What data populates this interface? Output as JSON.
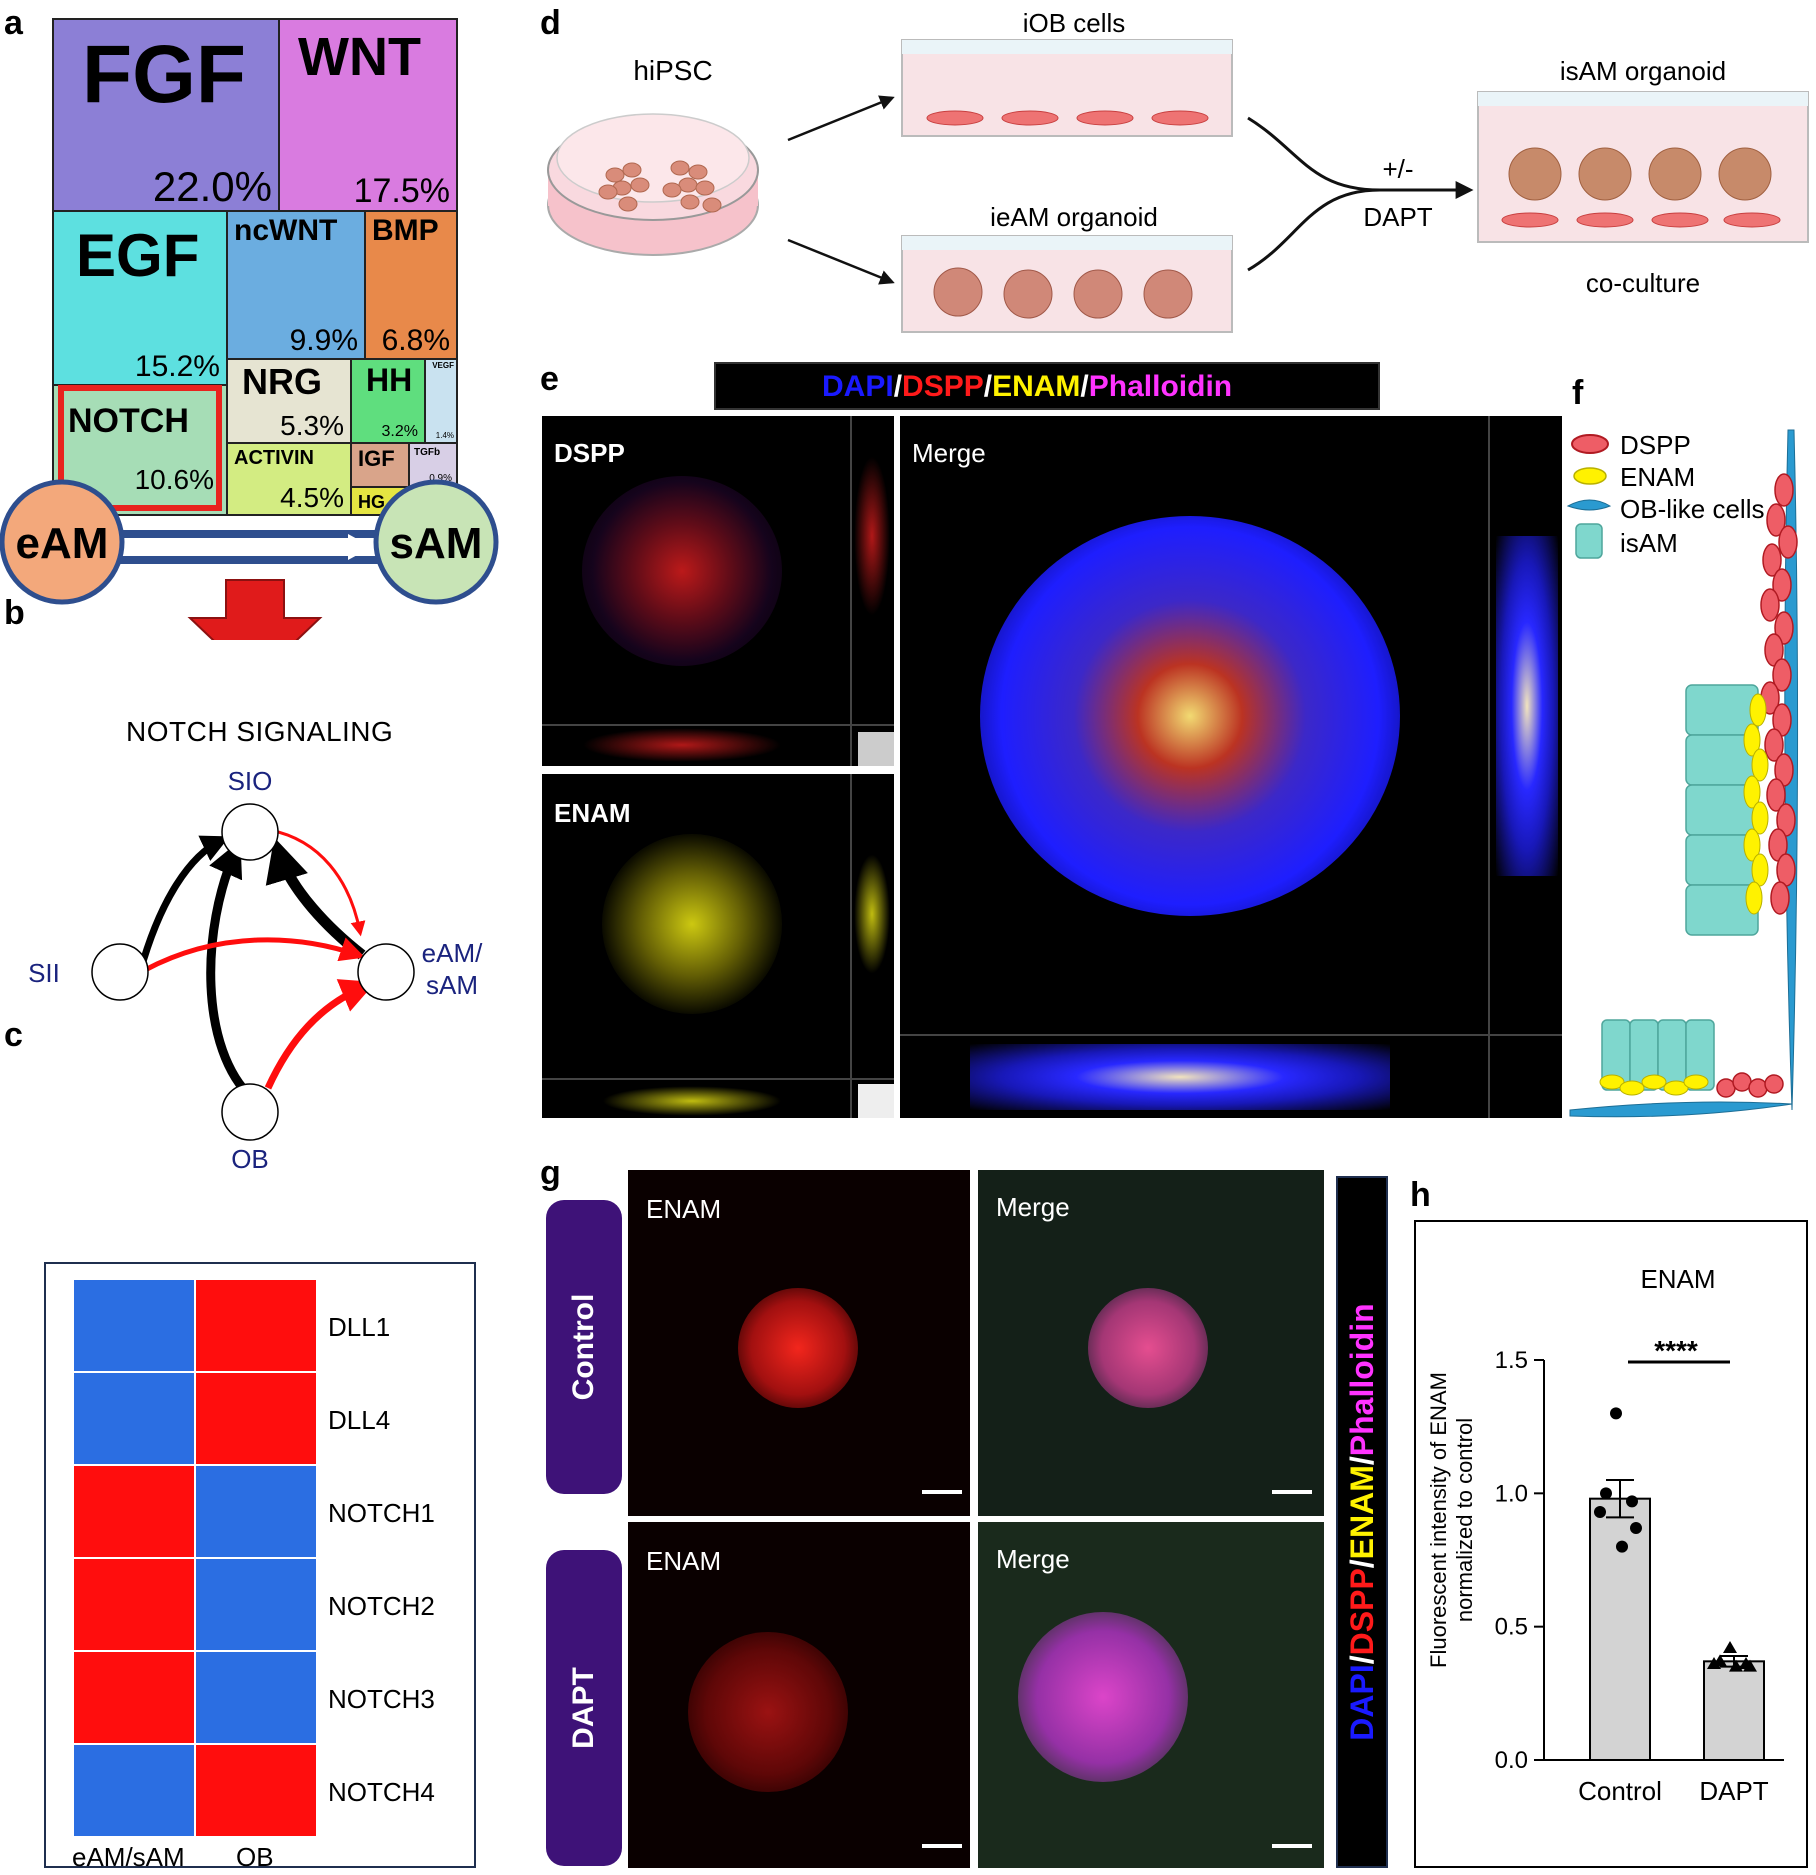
{
  "panels": {
    "a": "a",
    "b": "b",
    "c": "c",
    "d": "d",
    "e": "e",
    "f": "f",
    "g": "g",
    "h": "h"
  },
  "treemap": {
    "tiles": [
      {
        "name": "FGF",
        "pct": "22.0%",
        "color": "#8C7FD6"
      },
      {
        "name": "WNT",
        "pct": "17.5%",
        "color": "#D97BE0"
      },
      {
        "name": "EGF",
        "pct": "15.2%",
        "color": "#5DE0E0"
      },
      {
        "name": "ncWNT",
        "pct": "9.9%",
        "color": "#6BADE0"
      },
      {
        "name": "BMP",
        "pct": "6.8%",
        "color": "#E8894A"
      },
      {
        "name": "NRG",
        "pct": "5.3%",
        "color": "#E6E4D2"
      },
      {
        "name": "HH",
        "pct": "3.2%",
        "color": "#5FDE7E"
      },
      {
        "name": "VEGF",
        "pct": "1.4%",
        "color": "#C9E2F0"
      },
      {
        "name": "NOTCH",
        "pct": "10.6%",
        "color": "#A6DDB6"
      },
      {
        "name": "ACTIVIN",
        "pct": "4.5%",
        "color": "#D3EC82"
      },
      {
        "name": "IGF",
        "pct": "",
        "color": "#D9A48A"
      },
      {
        "name": "TGFb",
        "pct": "0.9%",
        "color": "#D8CFE6"
      },
      {
        "name": "HG",
        "pct": "",
        "color": "#E5E542"
      }
    ],
    "source": "eAM",
    "target": "sAM",
    "highlight_color": "#E8231E"
  },
  "network": {
    "title": "NOTCH SIGNALING",
    "nodes": [
      "SIO",
      "SII",
      "eAM/",
      "sAM",
      "OB"
    ]
  },
  "heatmap": {
    "columns": [
      "eAM/sAM",
      "OB"
    ],
    "rows": [
      {
        "gene": "DLL1",
        "cells": [
          "low",
          "high"
        ]
      },
      {
        "gene": "DLL4",
        "cells": [
          "low",
          "high"
        ]
      },
      {
        "gene": "NOTCH1",
        "cells": [
          "high",
          "low"
        ]
      },
      {
        "gene": "NOTCH2",
        "cells": [
          "high",
          "low"
        ]
      },
      {
        "gene": "NOTCH3",
        "cells": [
          "high",
          "low"
        ]
      },
      {
        "gene": "NOTCH4",
        "cells": [
          "low",
          "high"
        ]
      }
    ],
    "colors": {
      "high": "#FF0D0D",
      "low": "#2B6EE2"
    }
  },
  "schematic": {
    "hipsc": "hiPSC",
    "iob": "iOB cells",
    "ieam": "ieAM organoid",
    "isam": "isAM organoid",
    "treatment_top": "+/-",
    "treatment_bottom": "DAPT",
    "coculture": "co-culture"
  },
  "panel_e": {
    "legend": [
      {
        "text": "DAPI",
        "color": "#1A1AFF"
      },
      {
        "text": "/",
        "color": "#ffffff"
      },
      {
        "text": "DSPP",
        "color": "#FF1A1A"
      },
      {
        "text": "/",
        "color": "#ffffff"
      },
      {
        "text": "ENAM",
        "color": "#FFF200"
      },
      {
        "text": "/",
        "color": "#ffffff"
      },
      {
        "text": "Phalloidin",
        "color": "#FF33FF"
      }
    ],
    "dspp": "DSPP",
    "enam": "ENAM",
    "merge": "Merge"
  },
  "panel_f": {
    "legend": [
      "DSPP",
      "ENAM",
      "OB-like cells",
      "isAM"
    ]
  },
  "panel_g": {
    "rows": [
      "Control",
      "DAPT"
    ],
    "enam": "ENAM",
    "merge": "Merge",
    "legend": [
      {
        "text": "DAPI",
        "color": "#1A1AFF"
      },
      {
        "text": "/",
        "color": "#ffffff"
      },
      {
        "text": "DSPP",
        "color": "#FF1A1A"
      },
      {
        "text": "/",
        "color": "#ffffff"
      },
      {
        "text": "ENAM",
        "color": "#FFF200"
      },
      {
        "text": "/",
        "color": "#ffffff"
      },
      {
        "text": "Phalloidin",
        "color": "#FF33FF"
      }
    ]
  },
  "chart_data": {
    "type": "bar",
    "title": "ENAM",
    "categories": [
      "Control",
      "DAPT"
    ],
    "values": [
      0.98,
      0.37
    ],
    "errors": [
      0.07,
      0.02
    ],
    "points": [
      [
        1.3,
        1.0,
        0.97,
        0.93,
        0.87,
        0.8
      ],
      [
        0.42,
        0.37,
        0.36,
        0.36,
        0.35,
        0.35
      ]
    ],
    "ylabel_line1": "Fluorescent intensity of ENAM",
    "ylabel_line2": "normalized to control",
    "ylim": [
      0,
      1.5
    ],
    "yticks": [
      "0.0",
      "0.5",
      "1.0",
      "1.5"
    ],
    "significance": "****"
  }
}
